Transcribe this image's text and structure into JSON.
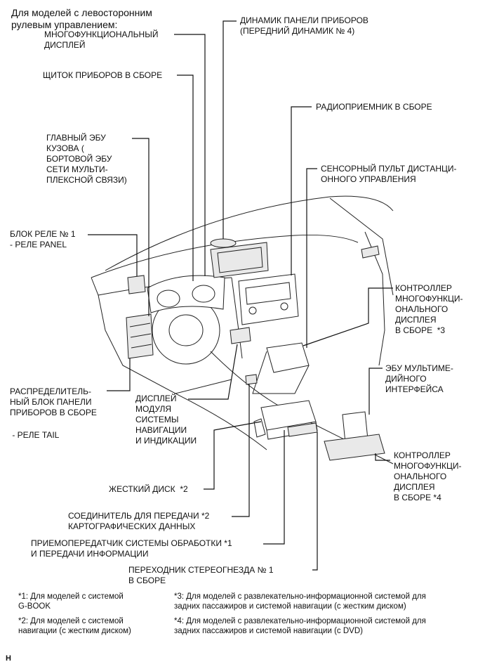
{
  "header": {
    "title": "Для моделей с левосторонним\nрулевым управлением:"
  },
  "labels": {
    "multi_display": "МНОГОФУНКЦИОНАЛЬНЫЙ\nДИСПЛЕЙ",
    "meter": "ЩИТОК ПРИБОРОВ В СБОРЕ",
    "speaker": "ДИНАМИК ПАНЕЛИ ПРИБОРОВ\n(ПЕРЕДНИЙ ДИНАМИК № 4)",
    "radio": "РАДИОПРИЕМНИК В СБОРЕ",
    "main_body_ecu": "ГЛАВНЫЙ ЭБУ\nКУЗОВА (\nБОРТОВОЙ ЭБУ\nСЕТИ МУЛЬТИ-\nПЛЕКСНОЙ СВЯЗИ)",
    "touch_remote": "СЕНСОРНЫЙ ПУЛЬТ ДИСТАНЦИ-\nОННОГО УПРАВЛЕНИЯ",
    "relay_block": "БЛОК РЕЛЕ № 1\n- РЕЛЕ PANEL",
    "controller_3": "КОНТРОЛЛЕР\nМНОГОФУНКЦИ-\nОНАЛЬНОГО\nДИСПЛЕЯ\nВ СБОРЕ  *3",
    "multimedia_ecu": "ЭБУ МУЛЬТИМЕ-\nДИЙНОГО\nИНТЕРФЕЙСА",
    "junction_block": "РАСПРЕДЕЛИТЕЛЬ-\nНЫЙ БЛОК ПАНЕЛИ\nПРИБОРОВ В СБОРЕ",
    "tail_relay": " - РЕЛЕ TAIL",
    "nav_display": "ДИСПЛЕЙ\nМОДУЛЯ\nСИСТЕМЫ\nНАВИГАЦИИ\nИ ИНДИКАЦИИ",
    "controller_4": "КОНТРОЛЛЕР\nМНОГОФУНКЦИ-\nОНАЛЬНОГО\nДИСПЛЕЯ\nВ СБОРЕ *4",
    "hdd": "ЖЕСТКИЙ ДИСК  *2",
    "map_connector": "СОЕДИНИТЕЛЬ ДЛЯ ПЕРЕДАЧИ *2\nКАРТОГРАФИЧЕСКИХ ДАННЫХ",
    "transceiver": "ПРИЕМОПЕРЕДАТЧИК СИСТЕМЫ ОБРАБОТКИ *1\nИ ПЕРЕДАЧИ ИНФОРМАЦИИ",
    "stereo_adapter": "ПЕРЕХОДНИК СТЕРЕОГНЕЗДА № 1\nВ СБОРЕ"
  },
  "footnotes": {
    "n1": "*1: Для моделей с системой\nG-BOOK",
    "n2": "*2: Для моделей с системой\nнавигации (с жестким диском)",
    "n3": "*3: Для моделей с развлекательно-информационной системой для\nзадних пассажиров и системой навигации (с жестким диском)",
    "n4": "*4: Для моделей с развлекательно-информационной системой для\nзадних пассажиров и системой навигации (с DVD)"
  },
  "corner_mark": "H"
}
